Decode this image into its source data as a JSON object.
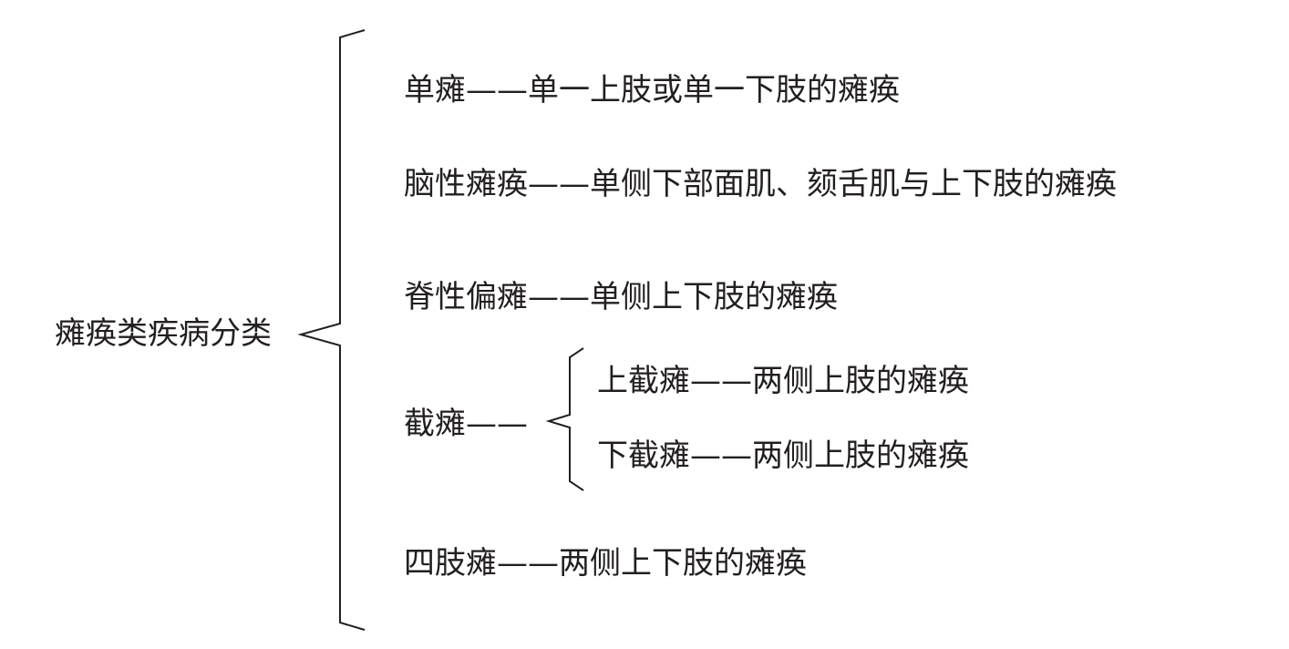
{
  "root": {
    "label": "瘫痪类疾病分类"
  },
  "items": [
    {
      "text": "单瘫——单一上肢或单一下肢的瘫痪"
    },
    {
      "text": "脑性瘫痪——单侧下部面肌、颏舌肌与上下肢的瘫痪"
    },
    {
      "text": "脊性偏瘫——单侧上下肢的瘫痪"
    },
    {
      "text": "截瘫——",
      "children": [
        {
          "text": "上截瘫——两侧上肢的瘫痪"
        },
        {
          "text": "下截瘫——两侧上肢的瘫痪"
        }
      ]
    },
    {
      "text": "四肢瘫——两侧上下肢的瘫痪"
    }
  ]
}
